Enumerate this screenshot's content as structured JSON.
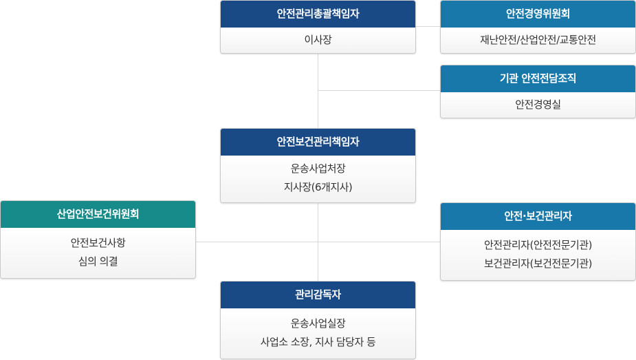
{
  "colors": {
    "navy": "#1a4a85",
    "blue": "#1778a9",
    "teal": "#178a8a",
    "connector": "#d9d9d9"
  },
  "nodes": {
    "chief_officer": {
      "title": "안전관리총괄책임자",
      "lines": [
        "이사장"
      ]
    },
    "safety_committee": {
      "title": "안전경영위원회",
      "lines": [
        "재난안전/산업안전/교통안전"
      ]
    },
    "dedicated_org": {
      "title": "기관 안전전담조직",
      "lines": [
        "안전경영실"
      ]
    },
    "health_officer": {
      "title": "안전보건관리책임자",
      "lines": [
        "운송사업처장",
        "지사장(6개지사)"
      ]
    },
    "industrial_committee": {
      "title": "산업안전보건위원회",
      "lines": [
        "안전보건사항",
        "심의 의결"
      ]
    },
    "safety_health_manager": {
      "title": "안전·보건관리자",
      "lines": [
        "안전관리자(안전전문기관)",
        "보건관리자(보건전문기관)"
      ]
    },
    "supervisor": {
      "title": "관리감독자",
      "lines": [
        "운송사업실장",
        "사업소 소장, 지사 담당자 등"
      ]
    }
  }
}
